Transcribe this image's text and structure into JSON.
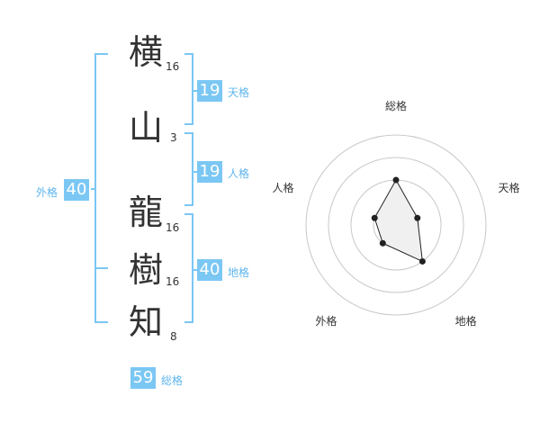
{
  "name": {
    "chars": [
      {
        "char": "横",
        "strokes": "16"
      },
      {
        "char": "山",
        "strokes": "3"
      },
      {
        "char": "龍",
        "strokes": "16"
      },
      {
        "char": "樹",
        "strokes": "16"
      },
      {
        "char": "知",
        "strokes": "8"
      }
    ]
  },
  "kakusu": {
    "tenkaku": {
      "value": "19",
      "label": "天格"
    },
    "jinkaku": {
      "value": "19",
      "label": "人格"
    },
    "chikaku": {
      "value": "40",
      "label": "地格"
    },
    "gaikaku": {
      "value": "40",
      "label": "外格"
    },
    "soukaku": {
      "value": "59",
      "label": "総格"
    }
  },
  "radar": {
    "axes": [
      "総格",
      "天格",
      "地格",
      "外格",
      "人格"
    ],
    "levels": 4,
    "scores": [
      2,
      1,
      2,
      1,
      1
    ]
  },
  "colors": {
    "badge": "#7bc7f4",
    "bracket": "#7bc7f4",
    "label": "#5fb5ee",
    "text": "#333333"
  }
}
